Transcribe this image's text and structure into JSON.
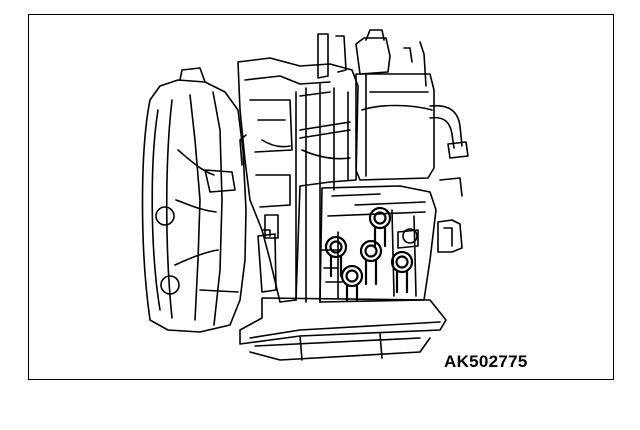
{
  "figure": {
    "code": "AK502775",
    "subject": "transmission-assembly-line-drawing",
    "highlighted_bolt_count": 5
  },
  "colors": {
    "line": "#000000",
    "background": "#ffffff"
  }
}
